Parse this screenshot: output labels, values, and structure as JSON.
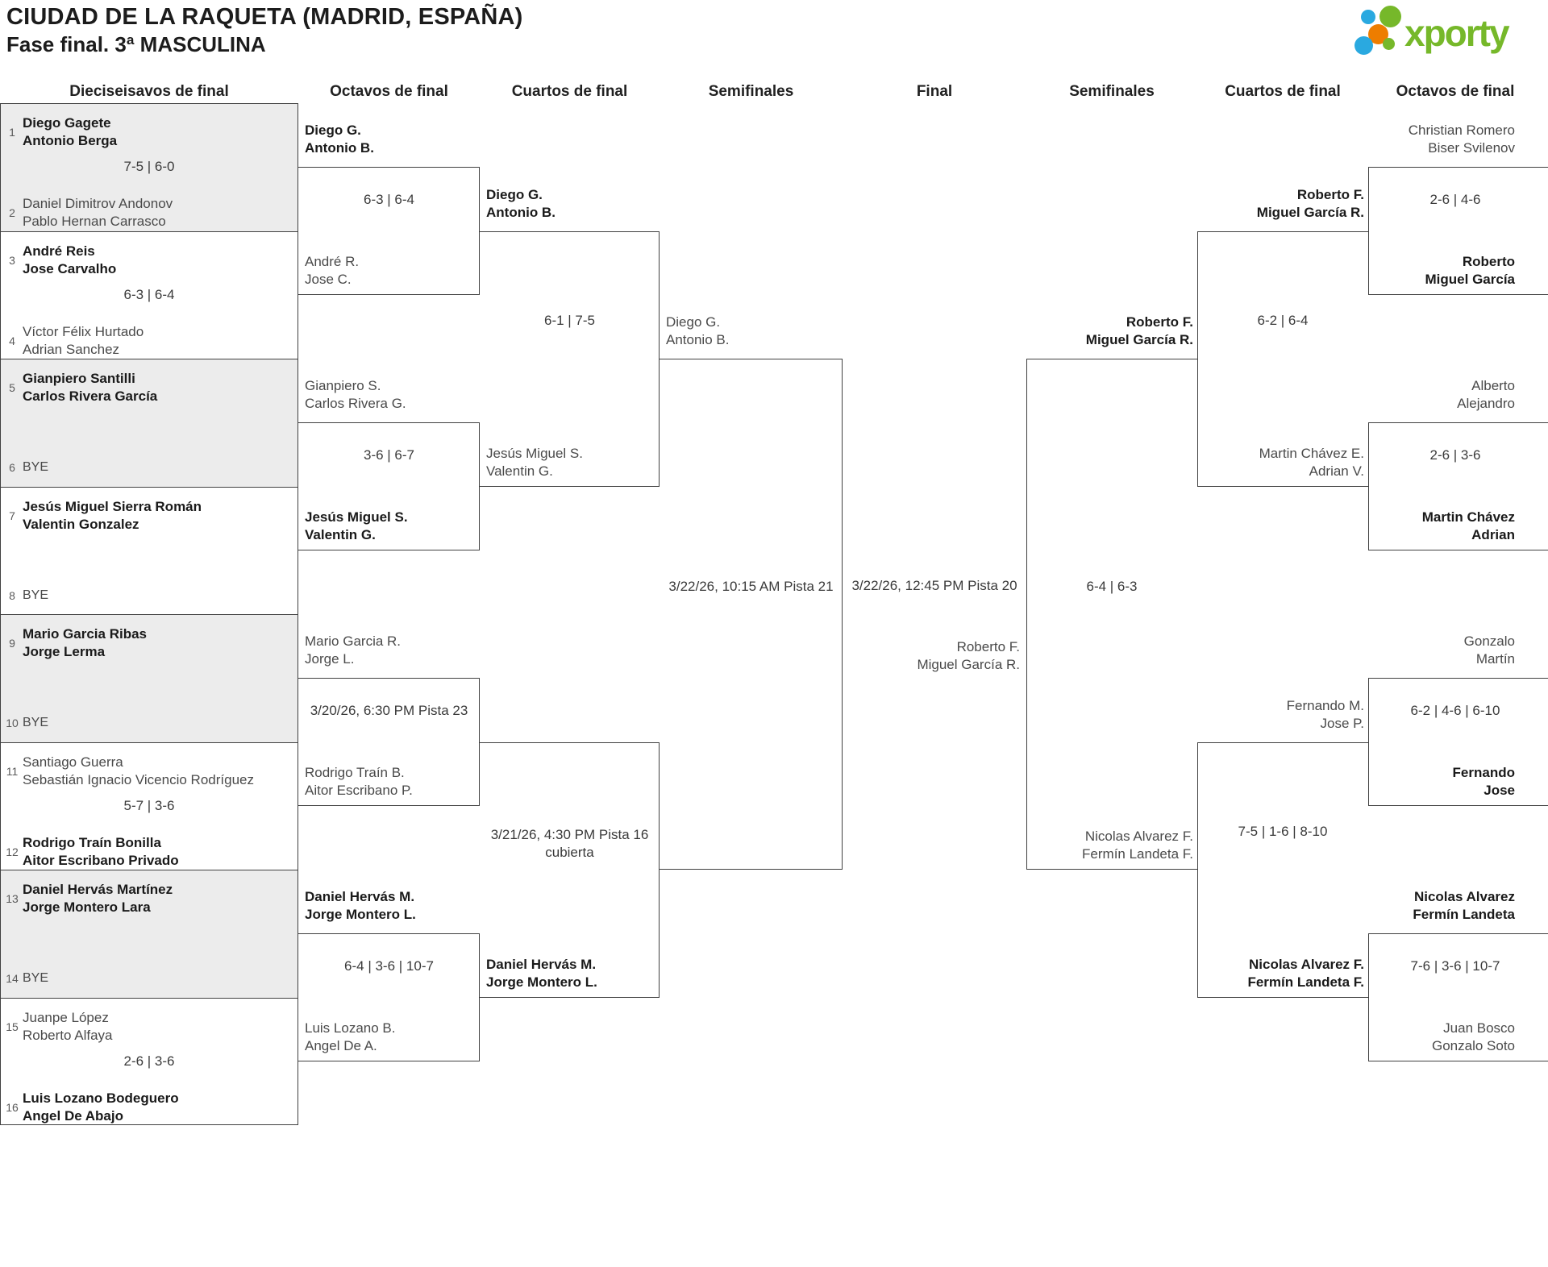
{
  "title": "CIUDAD DE LA RAQUETA (MADRID, ESPAÑA)",
  "subtitle": "Fase final. 3ª MASCULINA",
  "logo": {
    "text": "xporty"
  },
  "colors": {
    "line": "#404040",
    "box_fill": "#ececec",
    "text_dark": "#1a1a1a",
    "text_gray": "#4a4a4a",
    "logo_green": "#76b82a",
    "logo_blue": "#2aa9e0",
    "logo_orange": "#ee7d00"
  },
  "round_headers": [
    {
      "label": "Dieciseisavos de final"
    },
    {
      "label": "Octavos de final"
    },
    {
      "label": "Cuartos de final"
    },
    {
      "label": "Semifinales"
    },
    {
      "label": "Final"
    },
    {
      "label": "Semifinales"
    },
    {
      "label": "Cuartos de final"
    },
    {
      "label": "Octavos de final"
    }
  ],
  "bracket": {
    "r32": [
      {
        "seed1": "1",
        "team1": [
          "Diego Gagete",
          "Antonio Berga"
        ],
        "w1": true,
        "score": "7-5 | 6-0",
        "seed2": "2",
        "team2": [
          "Daniel Dimitrov Andonov",
          "Pablo Hernan Carrasco"
        ],
        "w2": false
      },
      {
        "seed1": "3",
        "team1": [
          "André Reis",
          "Jose Carvalho"
        ],
        "w1": true,
        "score": "6-3 | 6-4",
        "seed2": "4",
        "team2": [
          "Víctor Félix Hurtado",
          "Adrian Sanchez"
        ],
        "w2": false
      },
      {
        "seed1": "5",
        "team1": [
          "Gianpiero Santilli",
          "Carlos Rivera García"
        ],
        "w1": true,
        "score": null,
        "seed2": "6",
        "team2": [
          "BYE"
        ],
        "w2": false
      },
      {
        "seed1": "7",
        "team1": [
          "Jesús Miguel Sierra Román",
          "Valentin Gonzalez"
        ],
        "w1": true,
        "score": null,
        "seed2": "8",
        "team2": [
          "BYE"
        ],
        "w2": false
      },
      {
        "seed1": "9",
        "team1": [
          "Mario Garcia Ribas",
          "Jorge Lerma"
        ],
        "w1": true,
        "score": null,
        "seed2": "10",
        "team2": [
          "BYE"
        ],
        "w2": false
      },
      {
        "seed1": "11",
        "team1": [
          "Santiago Guerra",
          "Sebastián Ignacio Vicencio Rodríguez"
        ],
        "w1": false,
        "score": "5-7 | 3-6",
        "seed2": "12",
        "team2": [
          "Rodrigo Traín Bonilla",
          "Aitor Escribano Privado"
        ],
        "w2": true
      },
      {
        "seed1": "13",
        "team1": [
          "Daniel Hervás Martínez",
          "Jorge Montero Lara"
        ],
        "w1": true,
        "score": null,
        "seed2": "14",
        "team2": [
          "BYE"
        ],
        "w2": false
      },
      {
        "seed1": "15",
        "team1": [
          "Juanpe López",
          "Roberto Alfaya"
        ],
        "w1": false,
        "score": "2-6 | 3-6",
        "seed2": "16",
        "team2": [
          "Luis Lozano Bodeguero",
          "Angel De Abajo"
        ],
        "w2": true
      }
    ],
    "octL": [
      {
        "p1": [
          "Diego G.",
          "Antonio B."
        ],
        "b1": true,
        "content": "6-3 | 6-4",
        "p2": [
          "André R.",
          "Jose C."
        ],
        "b2": false
      },
      {
        "p1": [
          "Gianpiero S.",
          "Carlos Rivera G."
        ],
        "b1": false,
        "content": "3-6 | 6-7",
        "p2": [
          "Jesús Miguel S.",
          "Valentin G."
        ],
        "b2": true
      },
      {
        "p1": [
          "Mario Garcia R.",
          "Jorge L."
        ],
        "b1": false,
        "content": "3/20/26, 6:30 PM Pista 23",
        "p2": [
          "Rodrigo Traín B.",
          "Aitor Escribano P."
        ],
        "b2": false
      },
      {
        "p1": [
          "Daniel Hervás M.",
          "Jorge Montero L."
        ],
        "b1": true,
        "content": "6-4 | 3-6 | 10-7",
        "p2": [
          "Luis Lozano B.",
          "Angel De A."
        ],
        "b2": false
      }
    ],
    "qfL": [
      {
        "p1": [
          "Diego G.",
          "Antonio B."
        ],
        "b1": true,
        "content": "6-1 | 7-5",
        "p2": [
          "Jesús Miguel S.",
          "Valentin G."
        ],
        "b2": false
      },
      {
        "p1": null,
        "b1": false,
        "content2": [
          "3/21/26, 4:30 PM Pista 16",
          "cubierta"
        ],
        "p2": [
          "Daniel Hervás M.",
          "Jorge Montero L."
        ],
        "b2": true
      }
    ],
    "sfL": {
      "p1": [
        "Diego G.",
        "Antonio B."
      ],
      "b1": false,
      "content": "3/22/26, 10:15 AM Pista 21",
      "p2": null
    },
    "final": {
      "content": "3/22/26, 12:45 PM Pista 20",
      "p2": [
        "Roberto F.",
        "Miguel García R."
      ],
      "b2": false
    },
    "sfR": {
      "p1": [
        "Roberto F.",
        "Miguel García R."
      ],
      "b1": true,
      "content": "6-4 | 6-3",
      "p2": [
        "Nicolas Alvarez F.",
        "Fermín Landeta F."
      ],
      "b2": false
    },
    "qfR": [
      {
        "p1": [
          "Roberto F.",
          "Miguel García R."
        ],
        "b1": true,
        "content": "6-2 | 6-4",
        "p2": [
          "Martin Chávez E.",
          "Adrian V."
        ],
        "b2": false
      },
      {
        "p1": [
          "Fernando M.",
          "Jose P."
        ],
        "b1": false,
        "content": "7-5 | 1-6 | 8-10",
        "p2": [
          "Nicolas Alvarez F.",
          "Fermín Landeta F."
        ],
        "b2": true
      }
    ],
    "octR": [
      {
        "p1": [
          "Christian Romero",
          "Biser Svilenov"
        ],
        "b1": false,
        "content": "2-6 | 4-6",
        "p2": [
          "Roberto",
          "Miguel García"
        ],
        "b2": true
      },
      {
        "p1": [
          "Alberto",
          "Alejandro"
        ],
        "b1": false,
        "content": "2-6 | 3-6",
        "p2": [
          "Martin Chávez",
          "Adrian"
        ],
        "b2": true
      },
      {
        "p1": [
          "Gonzalo",
          "Martín"
        ],
        "b1": false,
        "content": "6-2 | 4-6 | 6-10",
        "p2": [
          "Fernando",
          "Jose"
        ],
        "b2": true
      },
      {
        "p1": [
          "Nicolas Alvarez",
          "Fermín Landeta"
        ],
        "b1": true,
        "content": "7-6 | 3-6 | 10-7",
        "p2": [
          "Juan Bosco",
          "Gonzalo Soto"
        ],
        "b2": false
      }
    ]
  }
}
